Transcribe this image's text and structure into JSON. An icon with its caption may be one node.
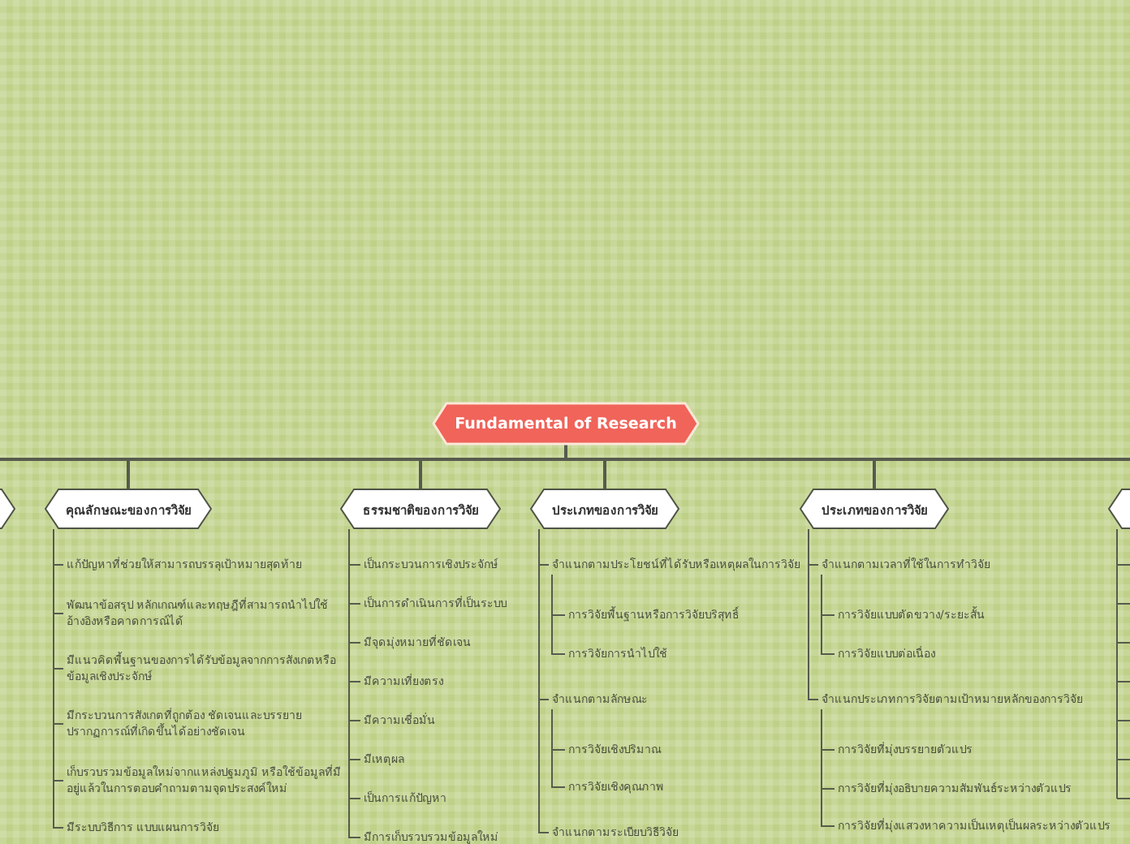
{
  "diagram": {
    "nodes": [
      {
        "text": [
          "Fundamental of Research"
        ]
      },
      {
        "text": [],
        "shape": "hexagon"
      },
      {
        "text": [
          "คุณลักษณะของการวิจัย"
        ]
      },
      {
        "text": [
          "แก้ปัญหาที่ช่วยให้สามารถบรรลุเป้าหมายสุดท้าย"
        ]
      },
      {
        "text": [
          "พัฒนาข้อสรุป หลักเกณฑ์และทฤษฎีที่สามารถนำไปใช้อ้างอิงหรือคาดการณ์ได้"
        ]
      },
      {
        "text": [
          "มีแนวคิดพื้นฐานของการได้รับข้อมูลจากการสังเกตหรือข้อมูลเชิงประจักษ์"
        ]
      },
      {
        "text": [
          "มีกระบวนการสังเกตที่ถูกต้อง ชัดเจนและบรรยายปรากฏการณ์ที่เกิดขึ้นได้อย่างชัดเจน"
        ]
      },
      {
        "text": [
          "เก็บรวบรวมข้อมูลใหม่จากแหล่งปฐมภูมิ หรือใช้ข้อมูลที่มีอยู่แล้วในการตอบคำถามตามจุดประสงค์ใหม่"
        ]
      },
      {
        "text": [
          "มีระบบวิธีการ แบบแผนการวิจัย"
        ]
      },
      {
        "text": [
          "ธรรมชาติของการวิจัย"
        ]
      },
      {
        "text": [
          "เป็นกระบวนการเชิงประจักษ์"
        ]
      },
      {
        "text": [
          "เป็นการดำเนินการที่เป็นระบบ"
        ]
      },
      {
        "text": [
          "มีจุดมุ่งหมายที่ชัดเจน"
        ]
      },
      {
        "text": [
          "มีความเที่ยงตรง"
        ]
      },
      {
        "text": [
          "มีความเชื่อมั่น"
        ]
      },
      {
        "text": [
          "มีเหตุผล"
        ]
      },
      {
        "text": [
          "เป็นการแก้ปัญหา"
        ]
      },
      {
        "text": [
          "มีการเก็บรวบรวมข้อมูลใหม่"
        ]
      },
      {
        "text": [
          "ประเภทของการวิจัย"
        ]
      },
      {
        "text": [
          "จำแนกตามประโยชน์ที่ได้รับหรือเหตุผลในการวิจัย"
        ]
      },
      {
        "text": [
          "การวิจัยพื้นฐานหรือการวิจัยบริสุทธิ์"
        ]
      },
      {
        "text": [
          "การวิจัยการนำไปใช้"
        ]
      },
      {
        "text": [
          "จำแนกตามลักษณะ"
        ]
      },
      {
        "text": [
          "การวิจัยเชิงปริมาณ"
        ]
      },
      {
        "text": [
          "การวิจัยเชิงคุณภาพ"
        ]
      },
      {
        "text": [
          "จำแนกตามระเบียบวิธีวิจัย"
        ]
      },
      {
        "text": [
          "ประเภทของการวิจัย"
        ]
      },
      {
        "text": [
          "จำแนกตามเวลาที่ใช้ในการทำวิจัย"
        ]
      },
      {
        "text": [
          "การวิจัยแบบตัดขวาง/ระยะสั้น"
        ]
      },
      {
        "text": [
          "การวิจัยแบบต่อเนื่อง"
        ]
      },
      {
        "text": [
          "จำแนกประเภทการวิจัยตามเป้าหมายหลักของการวิจัย"
        ]
      },
      {
        "text": [
          "การวิจัยที่มุ่งบรรยายตัวแปร"
        ]
      },
      {
        "text": [
          "การวิจัยที่มุ่งอธิบายความสัมพันธ์ระหว่างตัวแปร"
        ]
      },
      {
        "text": [
          "การวิจัยที่มุ่งแสวงหาความเป็นเหตุเป็นผลระหว่างตัวแปร"
        ]
      },
      {
        "text": [],
        "shape": "hexagon"
      }
    ],
    "edges": [
      {
        "from": 0,
        "to": 1,
        "arrow": "none"
      },
      {
        "from": 0,
        "to": 2,
        "arrow": "none"
      },
      {
        "from": 0,
        "to": 9,
        "arrow": "none"
      },
      {
        "from": 0,
        "to": 18,
        "arrow": "none"
      },
      {
        "from": 0,
        "to": 26,
        "arrow": "none"
      },
      {
        "from": 0,
        "to": 34,
        "arrow": "none"
      },
      {
        "from": 2,
        "to": 3,
        "arrow": "none"
      },
      {
        "from": 2,
        "to": 4,
        "arrow": "none"
      },
      {
        "from": 2,
        "to": 5,
        "arrow": "none"
      },
      {
        "from": 2,
        "to": 6,
        "arrow": "none"
      },
      {
        "from": 2,
        "to": 7,
        "arrow": "none"
      },
      {
        "from": 2,
        "to": 8,
        "arrow": "none"
      },
      {
        "from": 9,
        "to": 10,
        "arrow": "none"
      },
      {
        "from": 9,
        "to": 11,
        "arrow": "none"
      },
      {
        "from": 9,
        "to": 12,
        "arrow": "none"
      },
      {
        "from": 9,
        "to": 13,
        "arrow": "none"
      },
      {
        "from": 9,
        "to": 14,
        "arrow": "none"
      },
      {
        "from": 9,
        "to": 15,
        "arrow": "none"
      },
      {
        "from": 9,
        "to": 16,
        "arrow": "none"
      },
      {
        "from": 9,
        "to": 17,
        "arrow": "none"
      },
      {
        "from": 18,
        "to": 19,
        "arrow": "none"
      },
      {
        "from": 19,
        "to": 20,
        "arrow": "none"
      },
      {
        "from": 19,
        "to": 21,
        "arrow": "none"
      },
      {
        "from": 18,
        "to": 22,
        "arrow": "none"
      },
      {
        "from": 22,
        "to": 23,
        "arrow": "none"
      },
      {
        "from": 22,
        "to": 24,
        "arrow": "none"
      },
      {
        "from": 18,
        "to": 25,
        "arrow": "none"
      },
      {
        "from": 26,
        "to": 27,
        "arrow": "none"
      },
      {
        "from": 27,
        "to": 28,
        "arrow": "none"
      },
      {
        "from": 27,
        "to": 29,
        "arrow": "none"
      },
      {
        "from": 26,
        "to": 30,
        "arrow": "none"
      },
      {
        "from": 30,
        "to": 31,
        "arrow": "none"
      },
      {
        "from": 30,
        "to": 32,
        "arrow": "none"
      },
      {
        "from": 30,
        "to": 33,
        "arrow": "none"
      }
    ]
  }
}
